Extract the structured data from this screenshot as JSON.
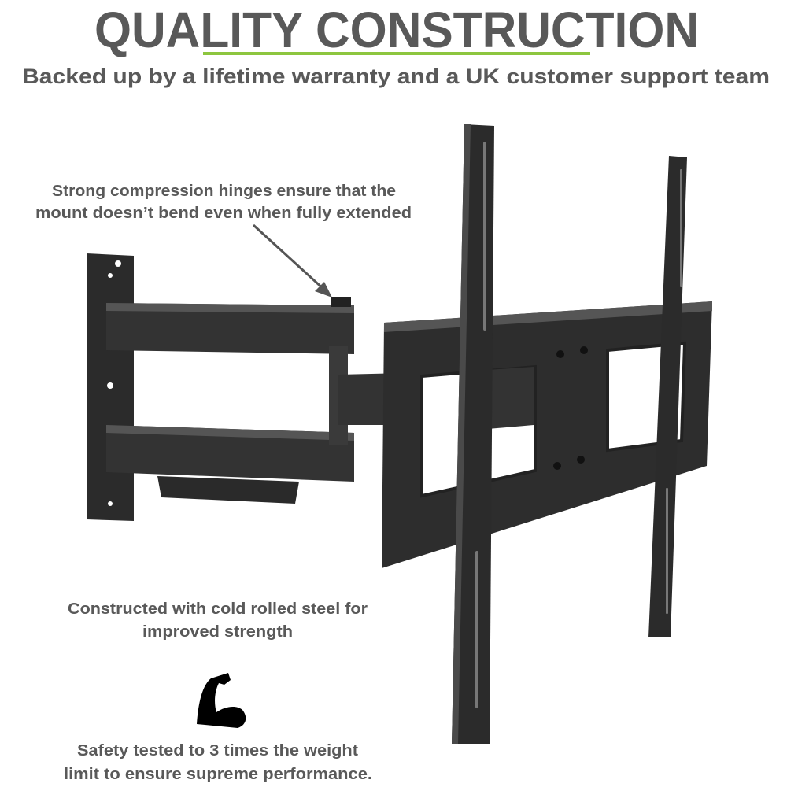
{
  "header": {
    "title": "QUALITY CONSTRUCTION",
    "subtitle": "Backed up by a lifetime warranty and a UK customer support team"
  },
  "callouts": {
    "hinges": [
      "Strong compression hinges ensure that the",
      "mount doesn’t bend even when fully extended"
    ],
    "steel": [
      "Constructed with cold rolled steel for",
      "improved strength"
    ],
    "safety": [
      "Safety tested to 3 times the weight",
      "limit to ensure supreme performance."
    ]
  },
  "icons": {
    "strength": "flexed-bicep-icon",
    "pointer": "arrow-icon"
  },
  "colors": {
    "text": "#595959",
    "accent": "#8dc63f",
    "steel": "#2b2b2b"
  }
}
